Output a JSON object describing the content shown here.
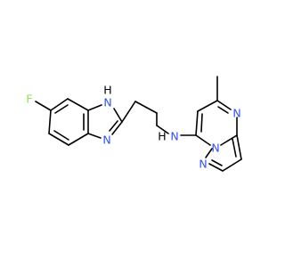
{
  "molecule": {
    "atoms": {
      "fluorine": "F",
      "imidazole_nh_n": "N",
      "imidazole_nh_h": "H",
      "imidazole_n": "N",
      "amine_n": "N",
      "amine_h": "H",
      "pyrimidine_n_top": "N",
      "bridgehead_n": "N",
      "pyrazole_n": "N"
    },
    "colors": {
      "bond": "#000000",
      "fluorine": "#90e050",
      "nitrogen": "#3050f8",
      "hydrogen": "#000000"
    }
  }
}
